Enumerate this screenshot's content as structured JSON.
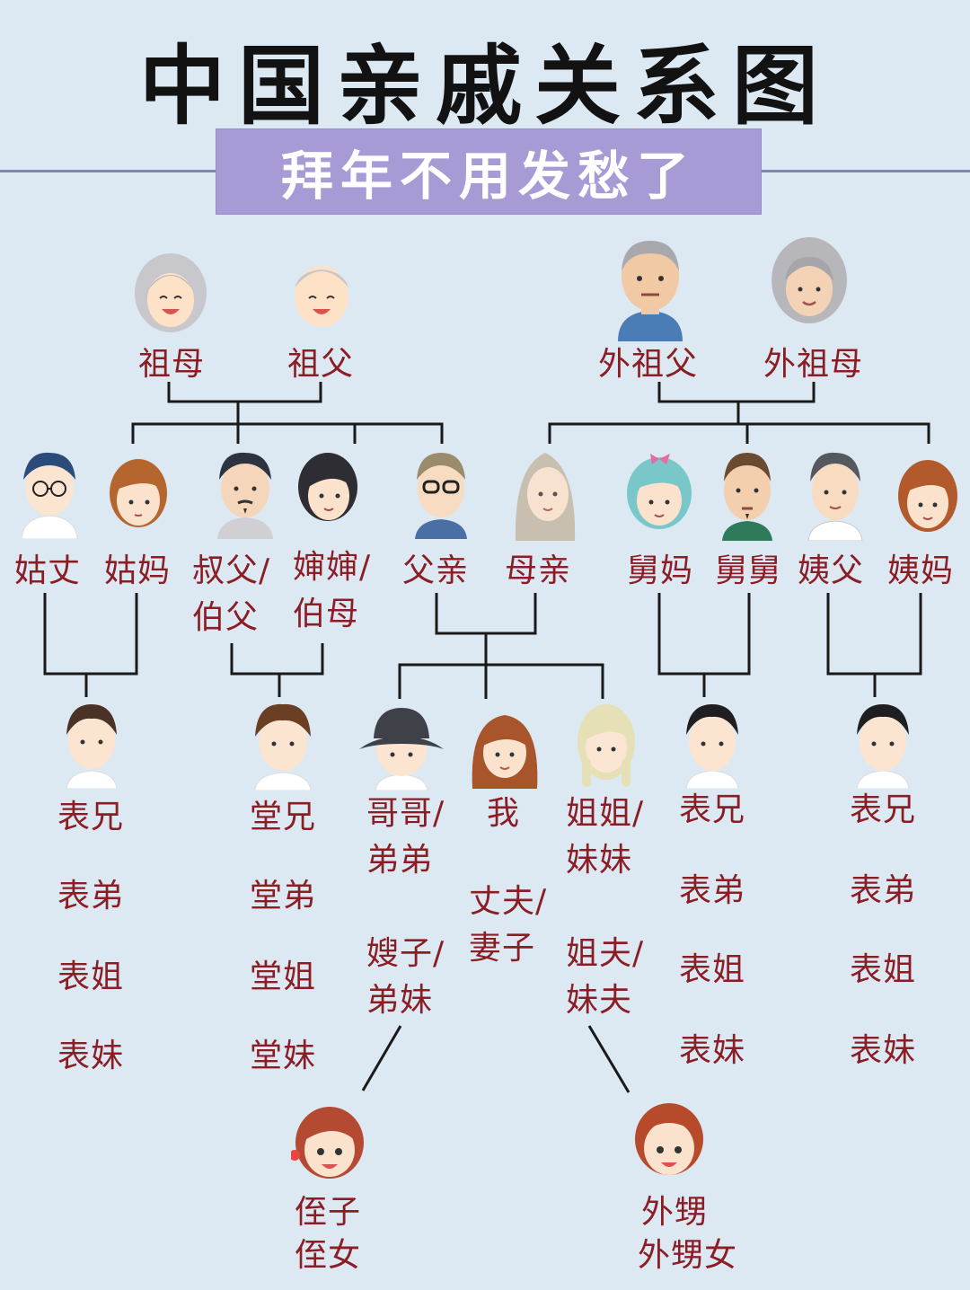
{
  "title": "中国亲戚关系图",
  "subtitle": "拜年不用发愁了",
  "colors": {
    "background": "#dce9f3",
    "label": "#8b1d24",
    "banner": "#a89ad4",
    "line": "#1a1a1a"
  },
  "grandparents": {
    "grandmother": "祖母",
    "grandfather": "祖父",
    "maternal_grandfather": "外祖父",
    "maternal_grandmother": "外祖母"
  },
  "parents_generation": {
    "gu_zhang": "姑丈",
    "gu_ma": "姑妈",
    "shu_fu": "叔父/",
    "bo_fu": "伯父",
    "shen_shen": "婶婶/",
    "bo_mu": "伯母",
    "father": "父亲",
    "mother": "母亲",
    "jiu_ma": "舅妈",
    "jiu_jiu": "舅舅",
    "yi_fu": "姨父",
    "yi_ma": "姨妈"
  },
  "my_generation": {
    "paternal_cousins": [
      "表兄",
      "表弟",
      "表姐",
      "表妹"
    ],
    "tang_cousins": [
      "堂兄",
      "堂弟",
      "堂姐",
      "堂妹"
    ],
    "brothers": [
      "哥哥/",
      "弟弟"
    ],
    "me": "我",
    "sisters": [
      "姐姐/",
      "妹妹"
    ],
    "spouse": [
      "丈夫/",
      "妻子"
    ],
    "brothers_wives": [
      "嫂子/",
      "弟妹"
    ],
    "sisters_husbands": [
      "姐夫/",
      "妹夫"
    ],
    "jiu_cousins": [
      "表兄",
      "表弟",
      "表姐",
      "表妹"
    ],
    "yi_cousins": [
      "表兄",
      "表弟",
      "表姐",
      "表妹"
    ]
  },
  "next_generation": {
    "nephew_niece": [
      "侄子",
      "侄女"
    ],
    "sisters_children": [
      "外甥",
      "外甥女"
    ]
  }
}
